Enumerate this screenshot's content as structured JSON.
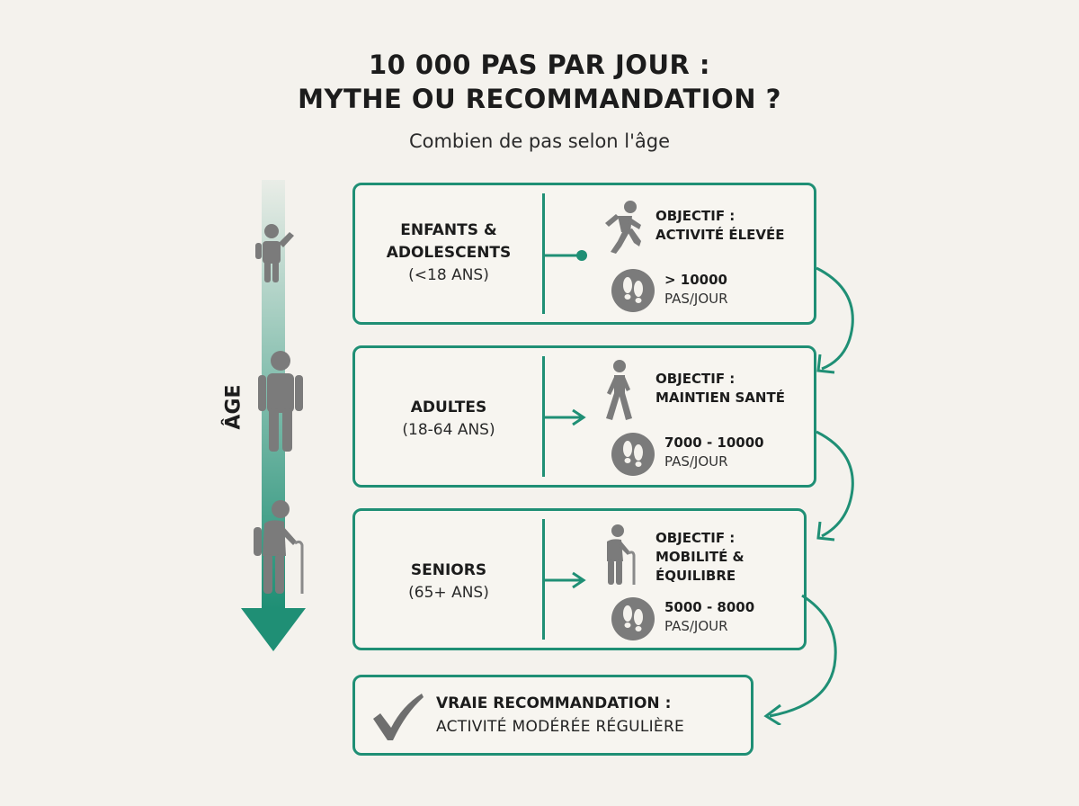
{
  "header": {
    "title_line_1": "10 000 PAS PAR JOUR :",
    "title_line_2": "MYTHE OU RECOMMANDATION ?",
    "subtitle": "Combien de pas selon l'âge"
  },
  "age_axis": {
    "label": "ÂGE"
  },
  "groups": [
    {
      "name_line_1": "ENFANTS &",
      "name_line_2": "ADOLESCENTS",
      "range": "(<18 ANS)",
      "goal_line_1": "OBJECTIF :",
      "goal_line_2": "ACTIVITÉ ÉLEVÉE",
      "steps": "> 10000",
      "unit": "PAS/JOUR",
      "icon": "running-person-icon"
    },
    {
      "name_line_1": "ADULTES",
      "range": "(18-64 ANS)",
      "goal_line_1": "OBJECTIF :",
      "goal_line_2": "MAINTIEN SANTÉ",
      "steps": "7000 - 10000",
      "unit": "PAS/JOUR",
      "icon": "walking-person-icon"
    },
    {
      "name_line_1": "SENIORS",
      "range": "(65+ ANS)",
      "goal_line_1": "OBJECTIF :",
      "goal_line_2": "MOBILITÉ &",
      "goal_line_3": "ÉQUILIBRE",
      "steps": "5000 - 8000",
      "unit": "PAS/JOUR",
      "icon": "senior-with-cane-icon"
    }
  ],
  "result": {
    "title": "VRAIE RECOMMANDATION :",
    "text": "ACTIVITÉ MODÉRÉE RÉGULIÈRE",
    "icon": "checkmark-icon"
  },
  "colors": {
    "accent": "#1f8f75",
    "icon_gray": "#7b7b7b",
    "background": "#f4f2ed"
  }
}
